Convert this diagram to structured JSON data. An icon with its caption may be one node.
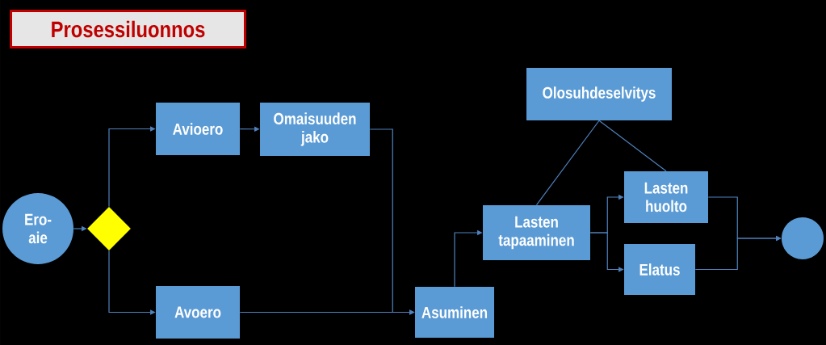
{
  "diagram": {
    "title": "Prosessiluonnos",
    "nodes": [
      {
        "text": [
          "Ero-aie"
        ]
      },
      {
        "text": [],
        "shape": "diamond"
      },
      {
        "text": [
          "Avioero"
        ]
      },
      {
        "text": [
          "Omaisuuden jako"
        ]
      },
      {
        "text": [
          "Avoero"
        ]
      },
      {
        "text": [
          "Asuminen"
        ]
      },
      {
        "text": [
          "Olosuhdeselvitys"
        ]
      },
      {
        "text": [
          "Lasten tapaaminen"
        ]
      },
      {
        "text": [
          "Lasten huolto"
        ]
      },
      {
        "text": [
          "Elatus"
        ]
      },
      {
        "text": [],
        "shape": "circle"
      }
    ],
    "edges": [
      {
        "from": 0,
        "to": 1,
        "arrow": "to"
      },
      {
        "from": 1,
        "to": 2,
        "arrow": "to"
      },
      {
        "from": 1,
        "to": 4,
        "arrow": "to"
      },
      {
        "from": 2,
        "to": 3,
        "arrow": "to"
      },
      {
        "from": 3,
        "to": 5,
        "arrow": "to"
      },
      {
        "from": 4,
        "to": 5,
        "arrow": "to"
      },
      {
        "from": 5,
        "to": 7,
        "arrow": "to"
      },
      {
        "from": 6,
        "to": 7,
        "arrow": "none"
      },
      {
        "from": 6,
        "to": 8,
        "arrow": "none"
      },
      {
        "from": 7,
        "to": 8,
        "arrow": "to"
      },
      {
        "from": 7,
        "to": 9,
        "arrow": "to"
      },
      {
        "from": 8,
        "to": 10,
        "arrow": "to"
      },
      {
        "from": 9,
        "to": 10,
        "arrow": "to"
      }
    ]
  }
}
